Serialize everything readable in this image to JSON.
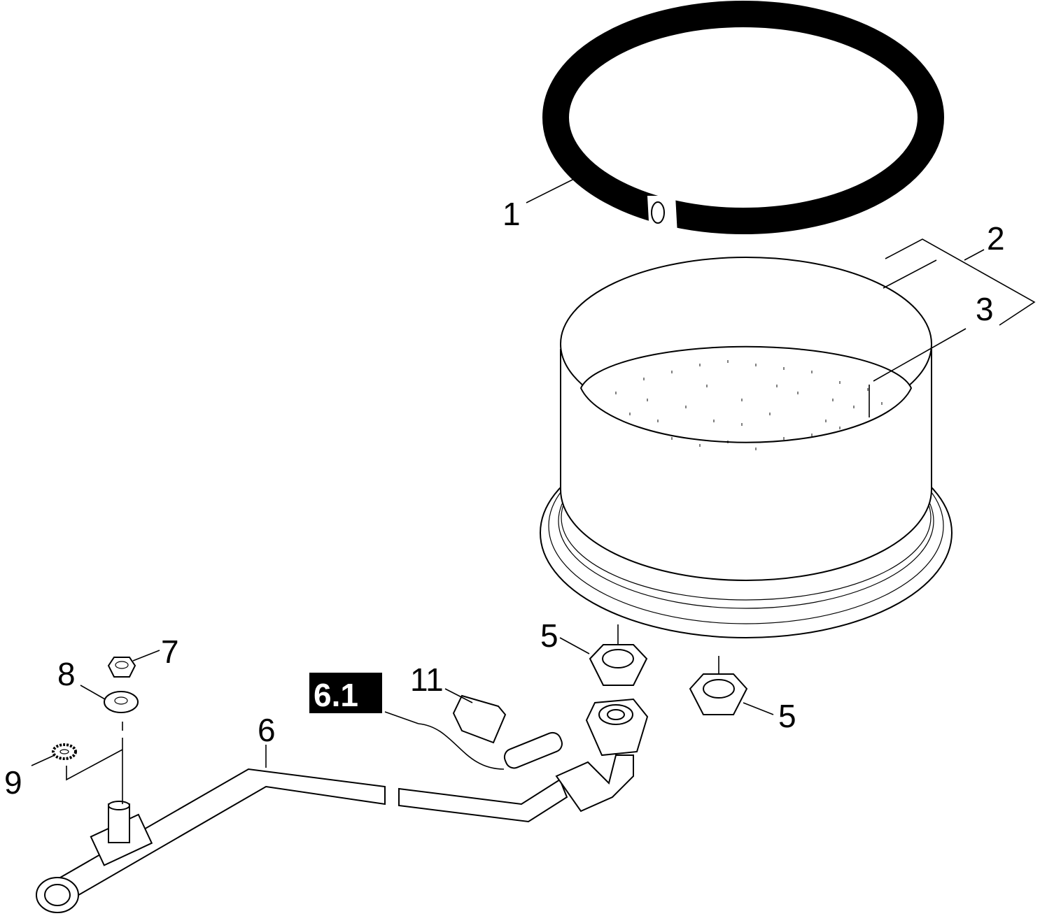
{
  "diagram": {
    "callouts": {
      "ring": "1",
      "filter_housing": "2",
      "filter_screen": "3",
      "nut_left": "5",
      "nut_right": "5",
      "pipe": "6",
      "sensor_ref": "6.1",
      "nut_small": "7",
      "washer": "8",
      "lock_washer": "9",
      "clip": "11"
    },
    "colors": {
      "ink": "#000000",
      "paper": "#ffffff"
    }
  }
}
